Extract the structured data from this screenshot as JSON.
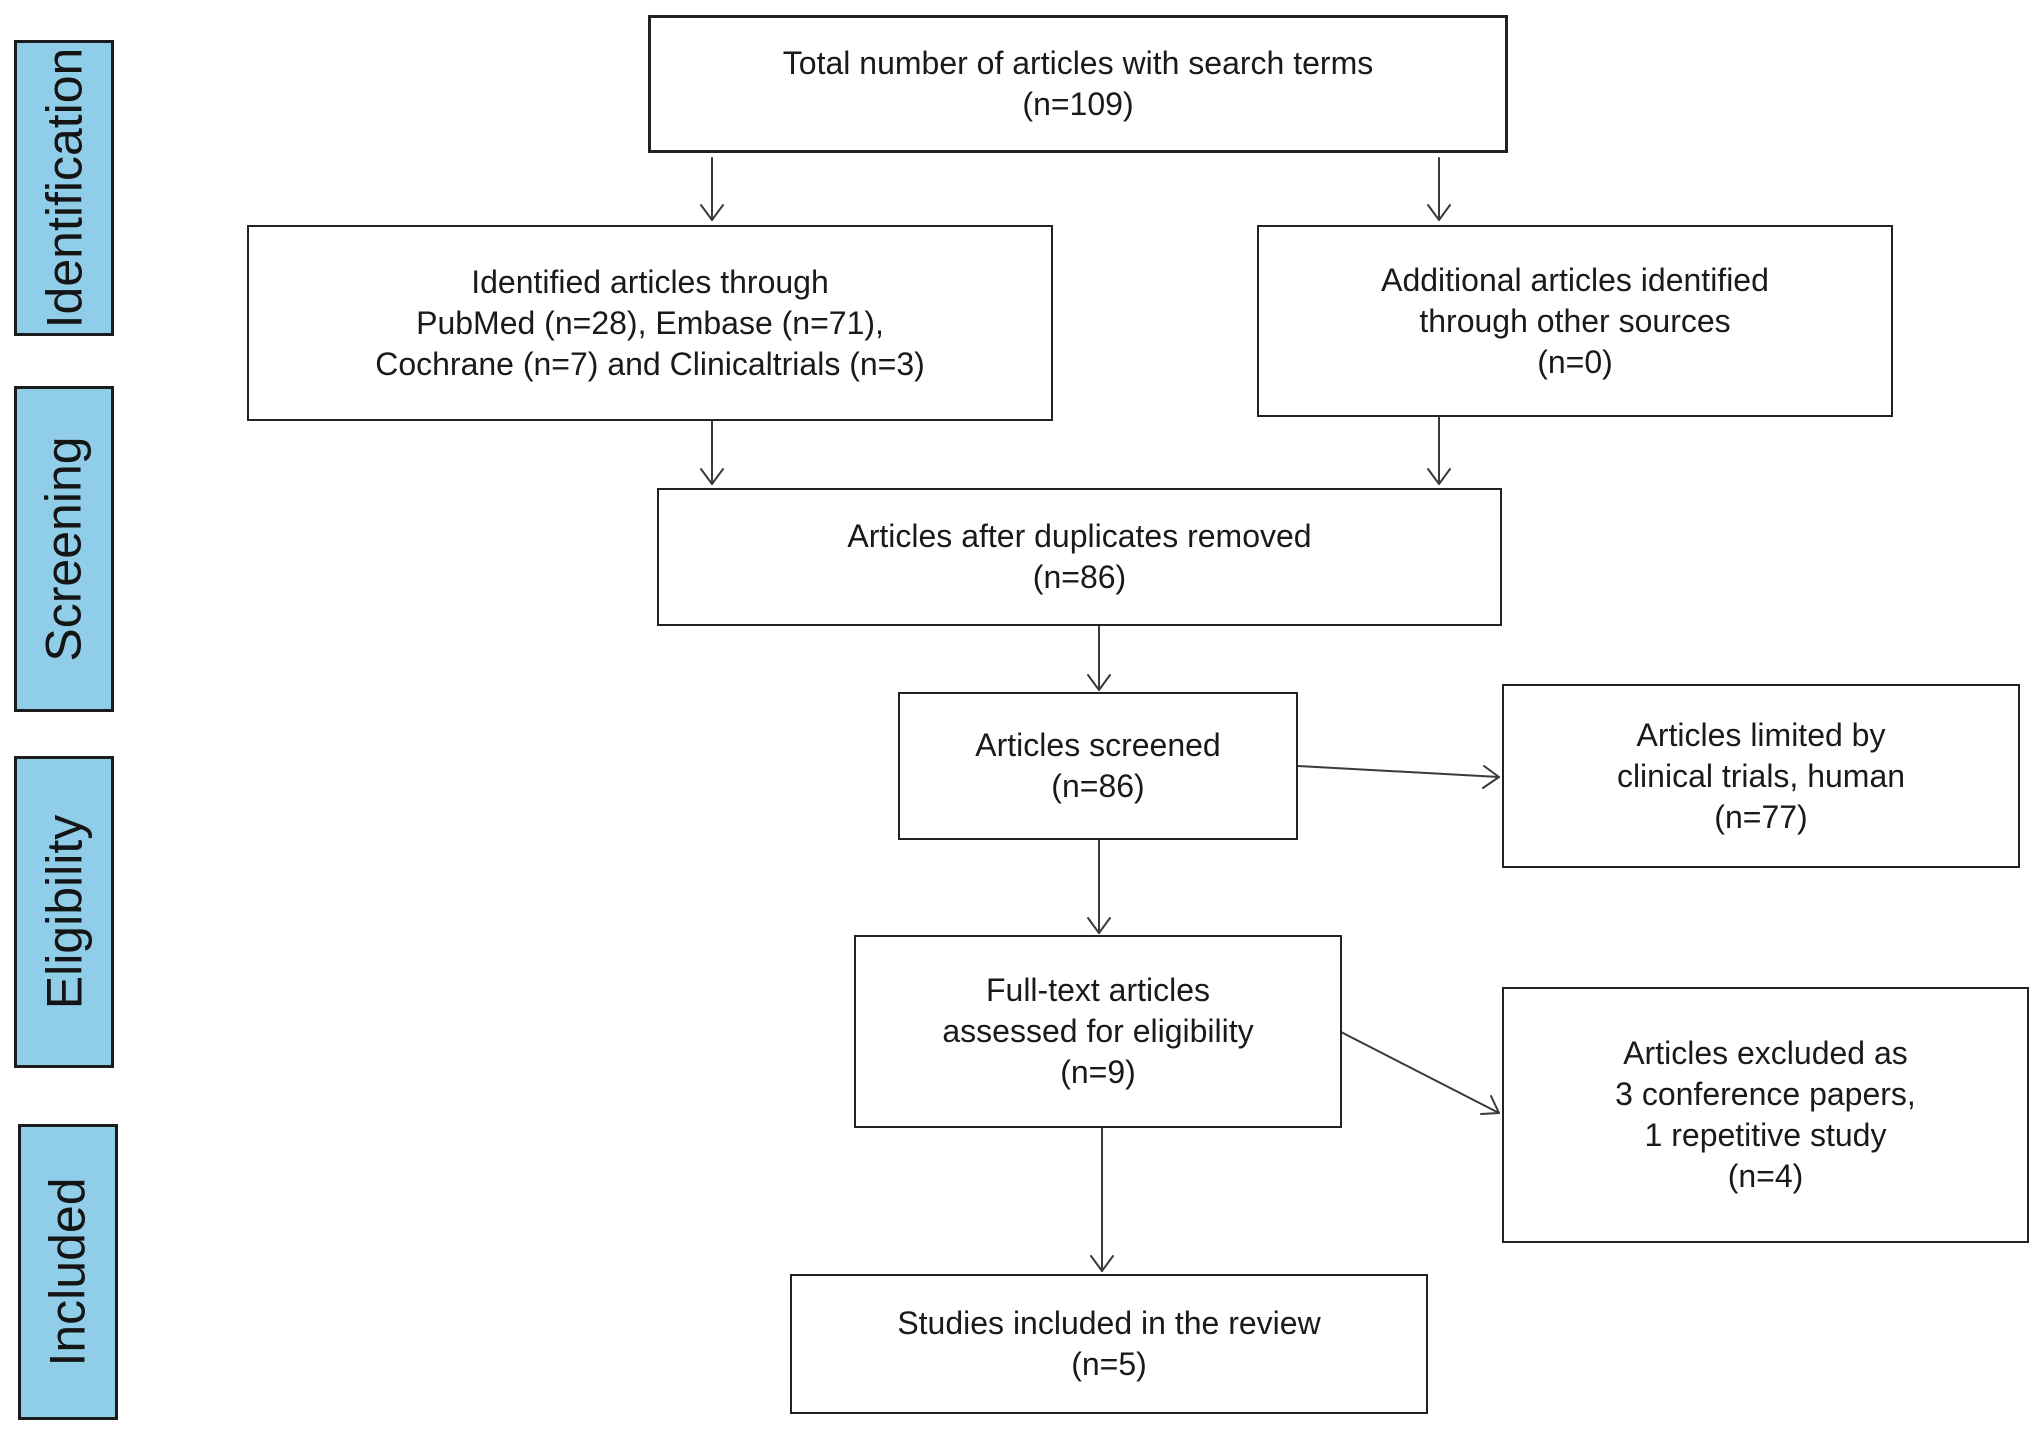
{
  "phases": {
    "identification": "Identification",
    "screening": "Screening",
    "eligibility": "Eligibility",
    "included": "Included"
  },
  "boxes": {
    "total": {
      "line1": "Total number of articles with search terms",
      "line2": "(n=109)"
    },
    "identified": {
      "line1": "Identified articles through",
      "line2": "PubMed (n=28), Embase (n=71),",
      "line3": "Cochrane (n=7) and Clinicaltrials (n=3)"
    },
    "additional": {
      "line1": "Additional articles identified",
      "line2": "through other sources",
      "line3": "(n=0)"
    },
    "duplicates_removed": {
      "line1": "Articles after duplicates removed",
      "line2": "(n=86)"
    },
    "screened": {
      "line1": "Articles screened",
      "line2": "(n=86)"
    },
    "limited": {
      "line1": "Articles limited by",
      "line2": "clinical trials, human",
      "line3": "(n=77)"
    },
    "full_text": {
      "line1": "Full-text articles",
      "line2": "assessed for eligibility",
      "line3": "(n=9)"
    },
    "excluded": {
      "line1": "Articles excluded as",
      "line2": "3 conference papers,",
      "line3": "1 repetitive study",
      "line4": "(n=4)"
    },
    "included": {
      "line1": "Studies included in the review",
      "line2": "(n=5)"
    }
  }
}
